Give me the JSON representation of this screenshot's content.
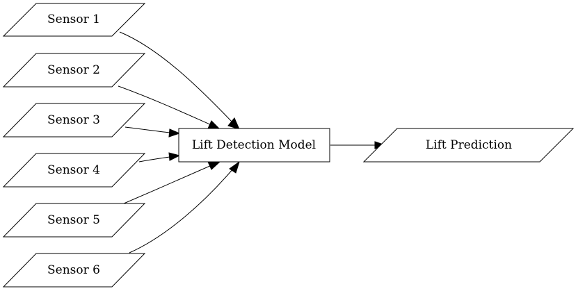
{
  "diagram": {
    "inputs": [
      {
        "id": "sensor1",
        "label": "Sensor 1"
      },
      {
        "id": "sensor2",
        "label": "Sensor 2"
      },
      {
        "id": "sensor3",
        "label": "Sensor 3"
      },
      {
        "id": "sensor4",
        "label": "Sensor 4"
      },
      {
        "id": "sensor5",
        "label": "Sensor 5"
      },
      {
        "id": "sensor6",
        "label": "Sensor 6"
      }
    ],
    "model": {
      "id": "model",
      "label": "Lift Detection Model"
    },
    "output": {
      "id": "prediction",
      "label": "Lift Prediction"
    },
    "edges": [
      {
        "from": "sensor1",
        "to": "model"
      },
      {
        "from": "sensor2",
        "to": "model"
      },
      {
        "from": "sensor3",
        "to": "model"
      },
      {
        "from": "sensor4",
        "to": "model"
      },
      {
        "from": "sensor5",
        "to": "model"
      },
      {
        "from": "sensor6",
        "to": "model"
      },
      {
        "from": "model",
        "to": "prediction"
      }
    ],
    "colors": {
      "stroke": "#000000",
      "fill": "#ffffff",
      "text": "#000000"
    }
  }
}
